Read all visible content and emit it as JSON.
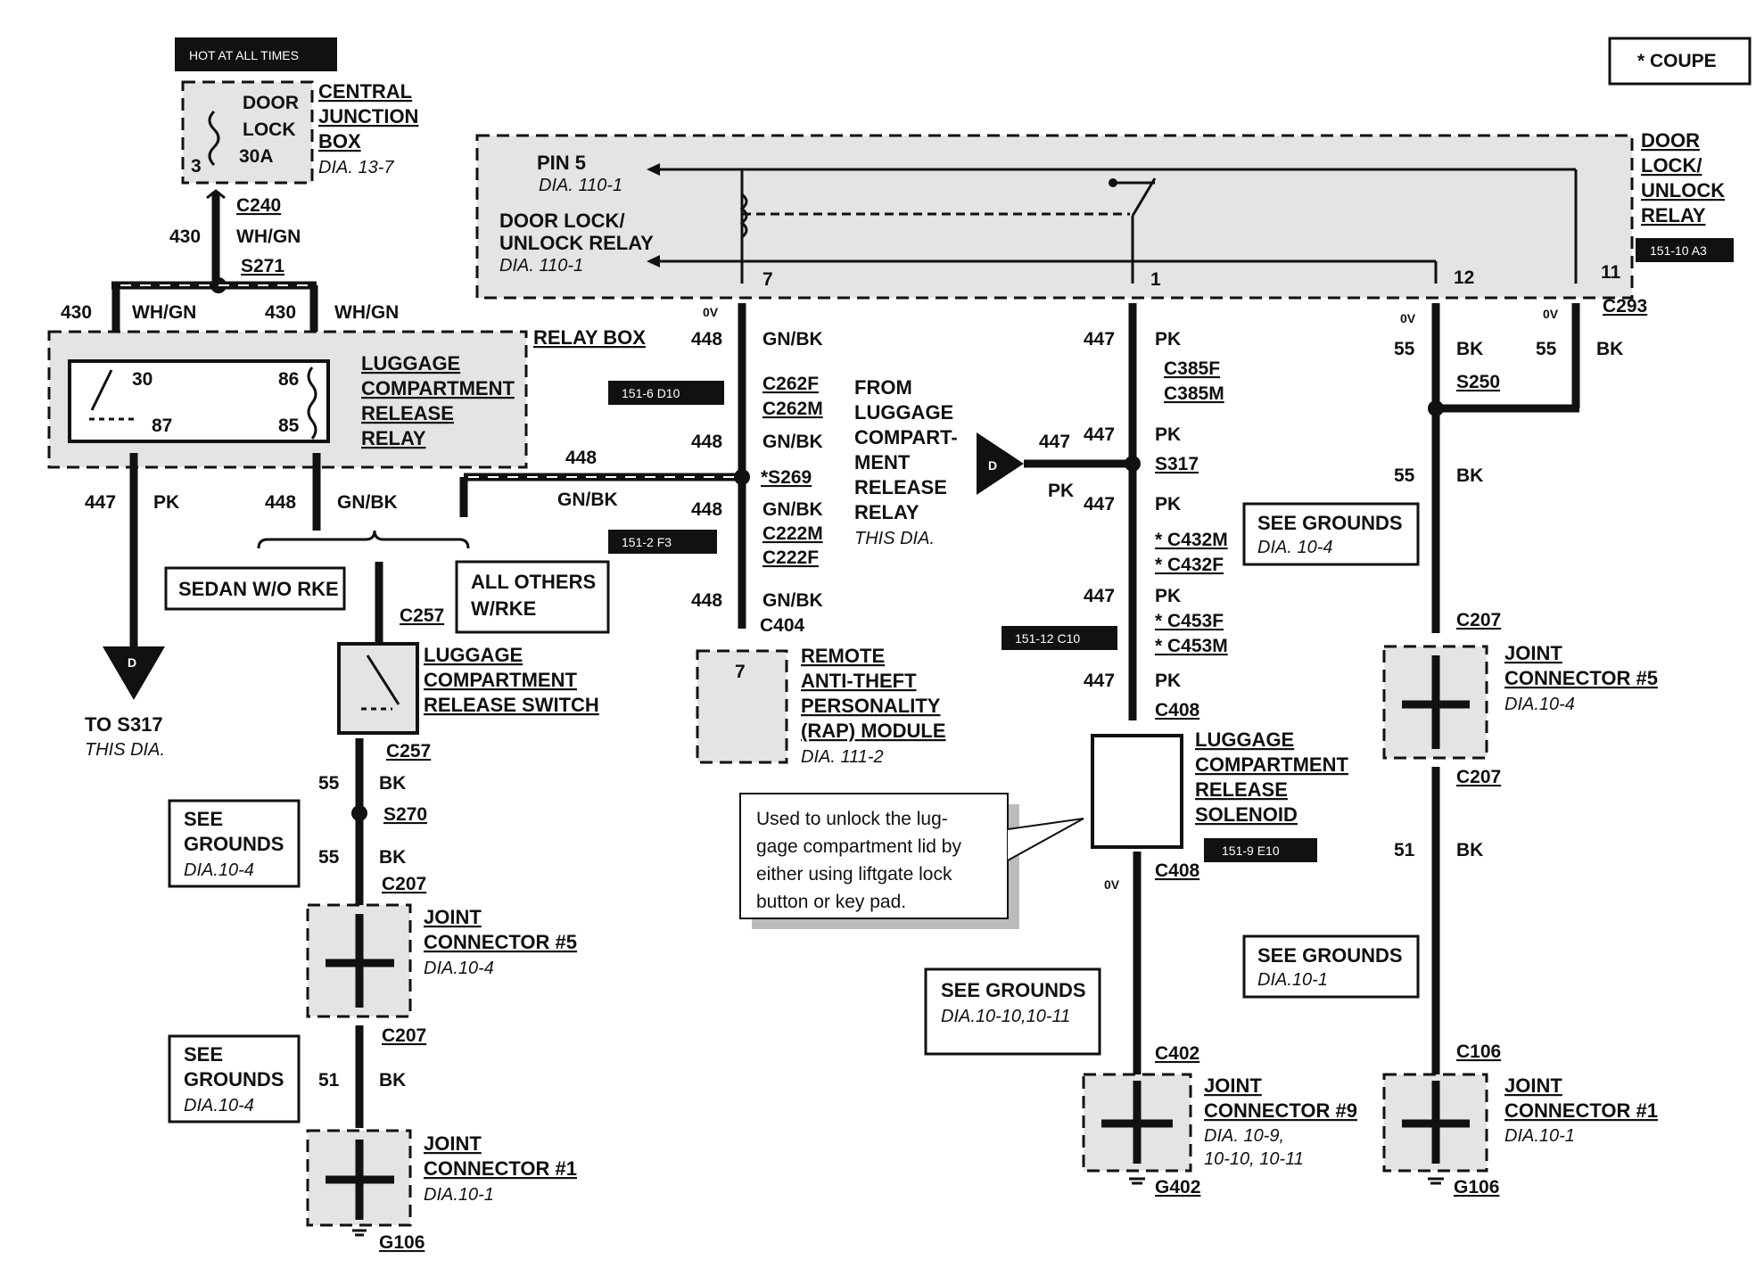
{
  "header": {
    "hot_label": "HOT AT ALL TIMES",
    "coupe_label": "* COUPE"
  },
  "fuse": {
    "name_line1": "DOOR",
    "name_line2": "LOCK",
    "rating": "30A",
    "pin": "3",
    "box_line1": "CENTRAL",
    "box_line2": "JUNCTION",
    "box_line3": "BOX",
    "ref": "DIA. 13-7"
  },
  "left_feed": {
    "connector": "C240",
    "circuit": "430",
    "color": "WH/GN",
    "splice": "S271",
    "left_circuit": "430",
    "left_color": "WH/GN",
    "right_circuit": "430",
    "right_color": "WH/GN"
  },
  "relay_box": {
    "label": "RELAY BOX",
    "relay_line1": "LUGGAGE",
    "relay_line2": "COMPARTMENT",
    "relay_line3": "RELEASE",
    "relay_line4": "RELAY",
    "pin30": "30",
    "pin86": "86",
    "pin87": "87",
    "pin85": "85"
  },
  "left_branch": {
    "pk_circuit": "447",
    "pk_color": "PK",
    "gnbk_circuit": "448",
    "gnbk_color": "GN/BK",
    "mid_circuit": "448",
    "mid_color": "GN/BK",
    "arrow_letter": "D",
    "to_label": "TO S317",
    "to_ref": "THIS DIA.",
    "sedan_label": "SEDAN W/O RKE",
    "others_line1": "ALL OTHERS",
    "others_line2": "W/RKE",
    "switch_connector_top": "C257",
    "switch_line1": "LUGGAGE",
    "switch_line2": "COMPARTMENT",
    "switch_line3": "RELEASE SWITCH",
    "switch_connector_bottom": "C257",
    "bk_circuit1": "55",
    "bk_color1": "BK",
    "splice_s270": "S270",
    "bk_circuit2": "55",
    "bk_color2": "BK",
    "c207_top": "C207",
    "grounds1_line1": "SEE",
    "grounds1_line2": "GROUNDS",
    "grounds1_ref": "DIA.10-4",
    "jc5_line1": "JOINT",
    "jc5_line2": "CONNECTOR #5",
    "jc5_ref": "DIA.10-4",
    "c207_bottom": "C207",
    "bk_circuit3": "51",
    "bk_color3": "BK",
    "grounds2_line1": "SEE",
    "grounds2_line2": "GROUNDS",
    "grounds2_ref": "DIA.10-4",
    "jc1_line1": "JOINT",
    "jc1_line2": "CONNECTOR #1",
    "jc1_ref": "DIA.10-1",
    "ground": "G106"
  },
  "door_relay": {
    "pin5_label": "PIN 5",
    "pin5_ref": "DIA. 110-1",
    "relay_line1": "DOOR LOCK/",
    "relay_line2": "UNLOCK RELAY",
    "relay_ref": "DIA. 110-1",
    "title_line1": "DOOR",
    "title_line2": "LOCK/",
    "title_line3": "UNLOCK",
    "title_line4": "RELAY",
    "tag": "151-10 A3",
    "pin7": "7",
    "pin1": "1",
    "pin12": "12",
    "pin11": "11",
    "connector": "C293"
  },
  "gnbk_column": {
    "voltage": "0V",
    "circuit1": "448",
    "color1": "GN/BK",
    "c262f": "C262F",
    "c262m": "C262M",
    "tag1": "151-6 D10",
    "circuit2": "448",
    "color2": "GN/BK",
    "cross_circuit": "448",
    "cross_color": "GN/BK",
    "splice": "*S269",
    "circuit3": "448",
    "color3": "GN/BK",
    "c222m": "C222M",
    "c222f": "C222F",
    "tag2": "151-2 F3",
    "circuit4": "448",
    "color4": "GN/BK",
    "c404": "C404",
    "module_pin": "7",
    "module_line1": "REMOTE",
    "module_line2": "ANTI-THEFT",
    "module_line3": "PERSONALITY",
    "module_line4": "(RAP) MODULE",
    "module_ref": "DIA. 111-2",
    "from_line1": "FROM",
    "from_line2": "LUGGAGE",
    "from_line3": "COMPART-",
    "from_line4": "MENT",
    "from_line5": "RELEASE",
    "from_line6": "RELAY",
    "from_ref": "THIS DIA."
  },
  "pk_column": {
    "circuit1": "447",
    "color1": "PK",
    "c385f": "C385F",
    "c385m": "C385M",
    "d_letter": "D",
    "d_circuit": "447",
    "d_color": "PK",
    "circuit2": "447",
    "color2": "PK",
    "splice": "S317",
    "circuit3": "447",
    "color3": "PK",
    "c432m": "* C432M",
    "c432f": "* C432F",
    "circuit4": "447",
    "color4": "PK",
    "c453f": "* C453F",
    "c453m": "* C453M",
    "tag": "151-12 C10",
    "circuit5": "447",
    "color5": "PK",
    "c408_top": "C408",
    "solenoid_line1": "LUGGAGE",
    "solenoid_line2": "COMPARTMENT",
    "solenoid_line3": "RELEASE",
    "solenoid_line4": "SOLENOID",
    "solenoid_tag": "151-9 E10",
    "voltage": "0V",
    "c408_bottom": "C408",
    "grounds_line1": "SEE GROUNDS",
    "grounds_ref": "DIA.10-10,10-11",
    "c402": "C402",
    "jc9_line1": "JOINT",
    "jc9_line2": "CONNECTOR #9",
    "jc9_ref1": "DIA. 10-9,",
    "jc9_ref2": "10-10, 10-11",
    "ground": "G402"
  },
  "callout": {
    "line1": "Used to unlock the lug-",
    "line2": "gage compartment lid  by",
    "line3": "either using  liftgate  lock",
    "line4": "button or key pad."
  },
  "bk_column": {
    "voltage1": "0V",
    "voltage2": "0V",
    "circuit1": "55",
    "color1": "BK",
    "circuit2": "55",
    "color2": "BK",
    "splice": "S250",
    "circuit3": "55",
    "color3": "BK",
    "grounds1_line1": "SEE GROUNDS",
    "grounds1_ref": "DIA. 10-4",
    "c207_top": "C207",
    "jc5_line1": "JOINT",
    "jc5_line2": "CONNECTOR #5",
    "jc5_ref": "DIA.10-4",
    "c207_bottom": "C207",
    "circuit4": "51",
    "color4": "BK",
    "grounds2_line1": "SEE GROUNDS",
    "grounds2_ref": "DIA.10-1",
    "c106": "C106",
    "jc1_line1": "JOINT",
    "jc1_line2": "CONNECTOR #1",
    "jc1_ref": "DIA.10-1",
    "ground": "G106"
  }
}
